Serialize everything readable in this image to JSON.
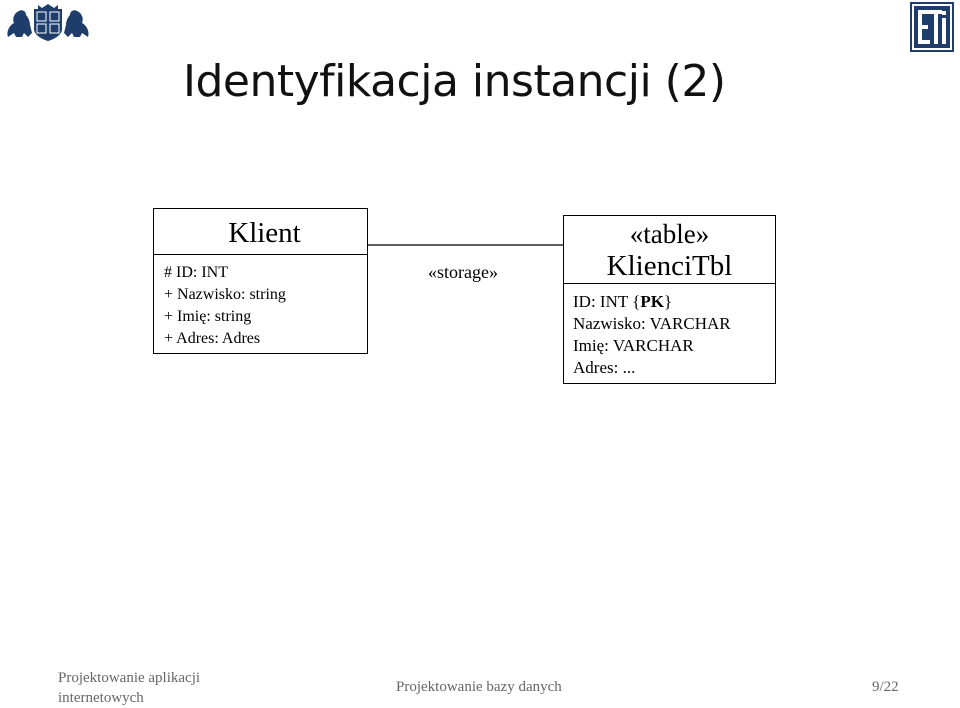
{
  "slide": {
    "title": "Identyfikacja instancji (2)"
  },
  "diagram": {
    "class_box": {
      "name": "Klient",
      "attributes": [
        "# ID: INT",
        "+ Nazwisko: string",
        "+ Imię: string",
        "+ Adres: Adres"
      ]
    },
    "association_label": "«storage»",
    "table_box": {
      "stereotype": "«table»",
      "name": "KlienciTbl",
      "attribute_id_prefix": "ID: INT {",
      "attribute_id_key": "PK",
      "attribute_id_suffix": "}",
      "attributes": [
        "Nazwisko: VARCHAR",
        "Imię: VARCHAR",
        "Adres: ..."
      ]
    }
  },
  "footer": {
    "left_line1": "Projektowanie aplikacji",
    "left_line2": "internetowych",
    "center": "Projektowanie bazy danych",
    "page": "9/22"
  },
  "colors": {
    "logo_blue": "#1e3d6b",
    "footer_text": "#666666"
  },
  "icons": {
    "left_logo": "university-crest-icon",
    "right_logo": "eti-logo-icon"
  }
}
